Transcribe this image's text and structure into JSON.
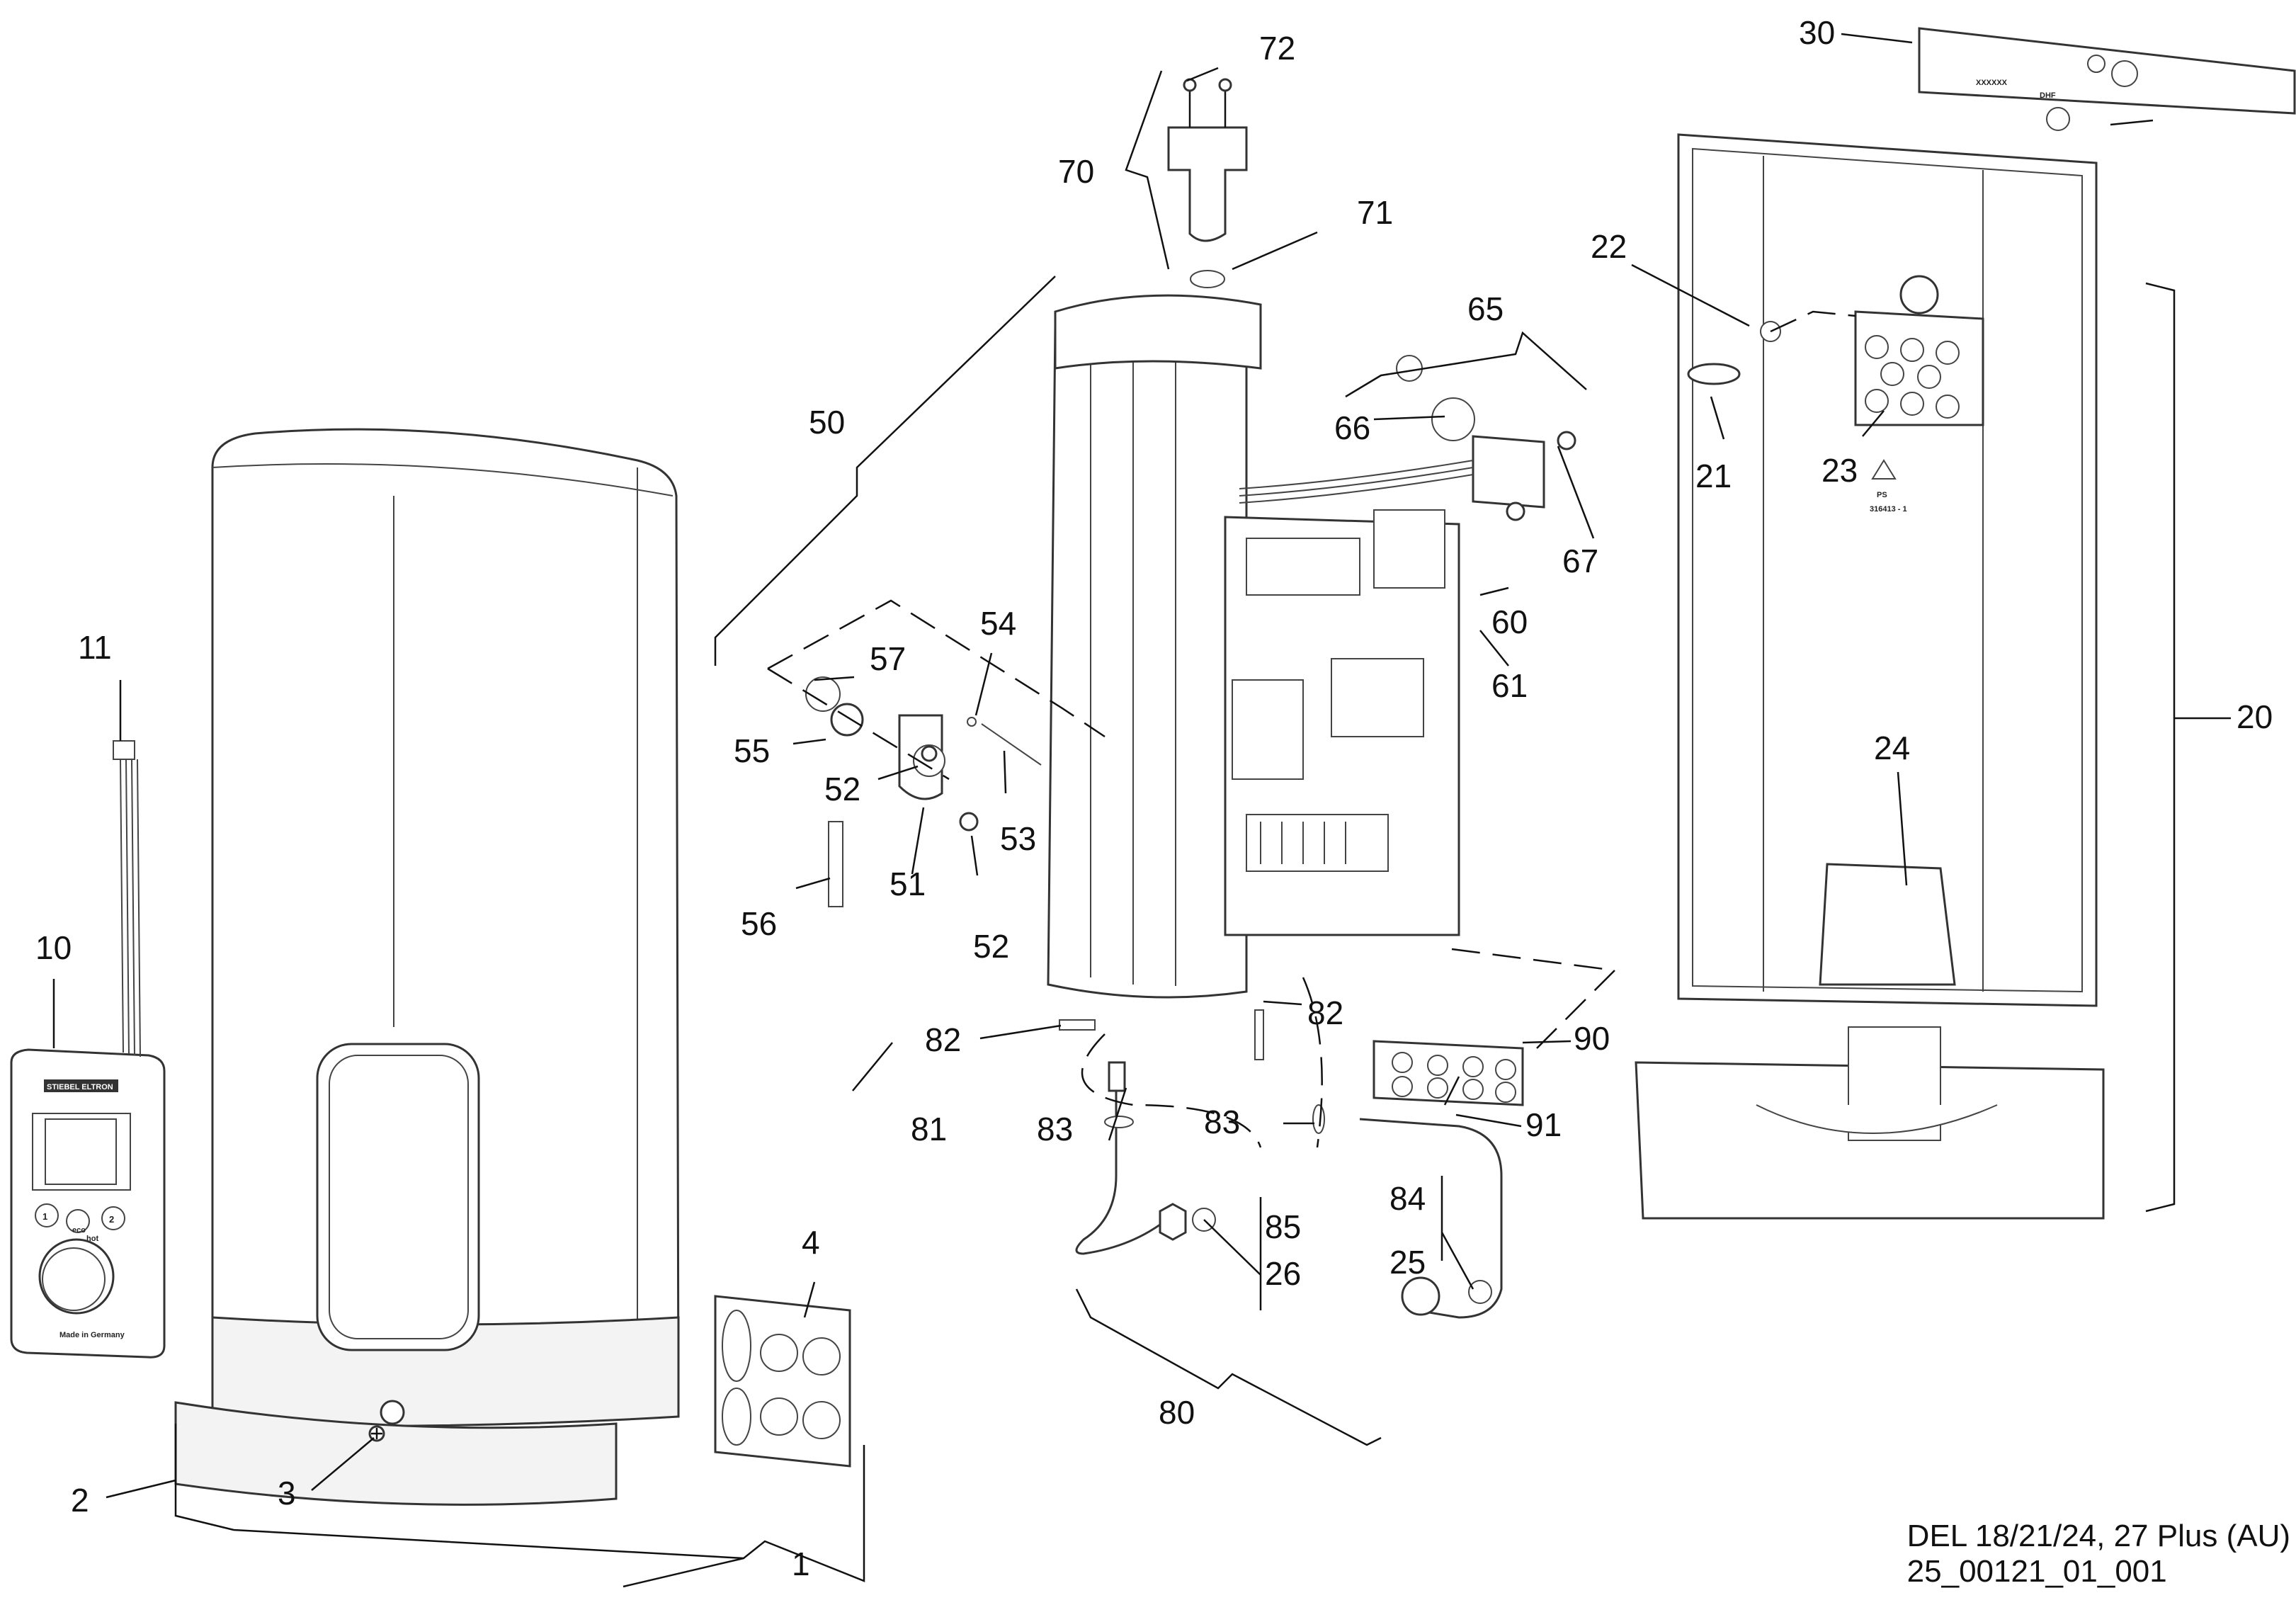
{
  "diagram": {
    "type": "exploded-parts-view",
    "model": "DEL 18/21/24, 27 Plus (AU)",
    "drawing_number": "25_00121_01_001",
    "labels": {
      "p1": "1",
      "p2": "2",
      "p3": "3",
      "p4": "4",
      "p10": "10",
      "p11": "11",
      "p20": "20",
      "p21": "21",
      "p22": "22",
      "p23": "23",
      "p24": "24",
      "p25": "25",
      "p26": "26",
      "p30": "30",
      "p50": "50",
      "p51": "51",
      "p52a": "52",
      "p52b": "52",
      "p53": "53",
      "p54": "54",
      "p55": "55",
      "p56": "56",
      "p57": "57",
      "p60": "60",
      "p61": "61",
      "p65": "65",
      "p66": "66",
      "p67": "67",
      "p70": "70",
      "p71": "71",
      "p72": "72",
      "p80": "80",
      "p81": "81",
      "p82a": "82",
      "p82b": "82",
      "p83a": "83",
      "p83b": "83",
      "p84": "84",
      "p85": "85",
      "p90": "90",
      "p91": "91"
    },
    "part_markings": {
      "brand": "STIEBEL ELTRON",
      "made_in": "Made in Germany",
      "button_1": "1",
      "button_2": "2",
      "eco": "eco",
      "hot": "hot",
      "plate_code": "XXXXXX",
      "plate_mark": "DHF",
      "material": "PS",
      "back_code": "316413 - 1"
    }
  }
}
